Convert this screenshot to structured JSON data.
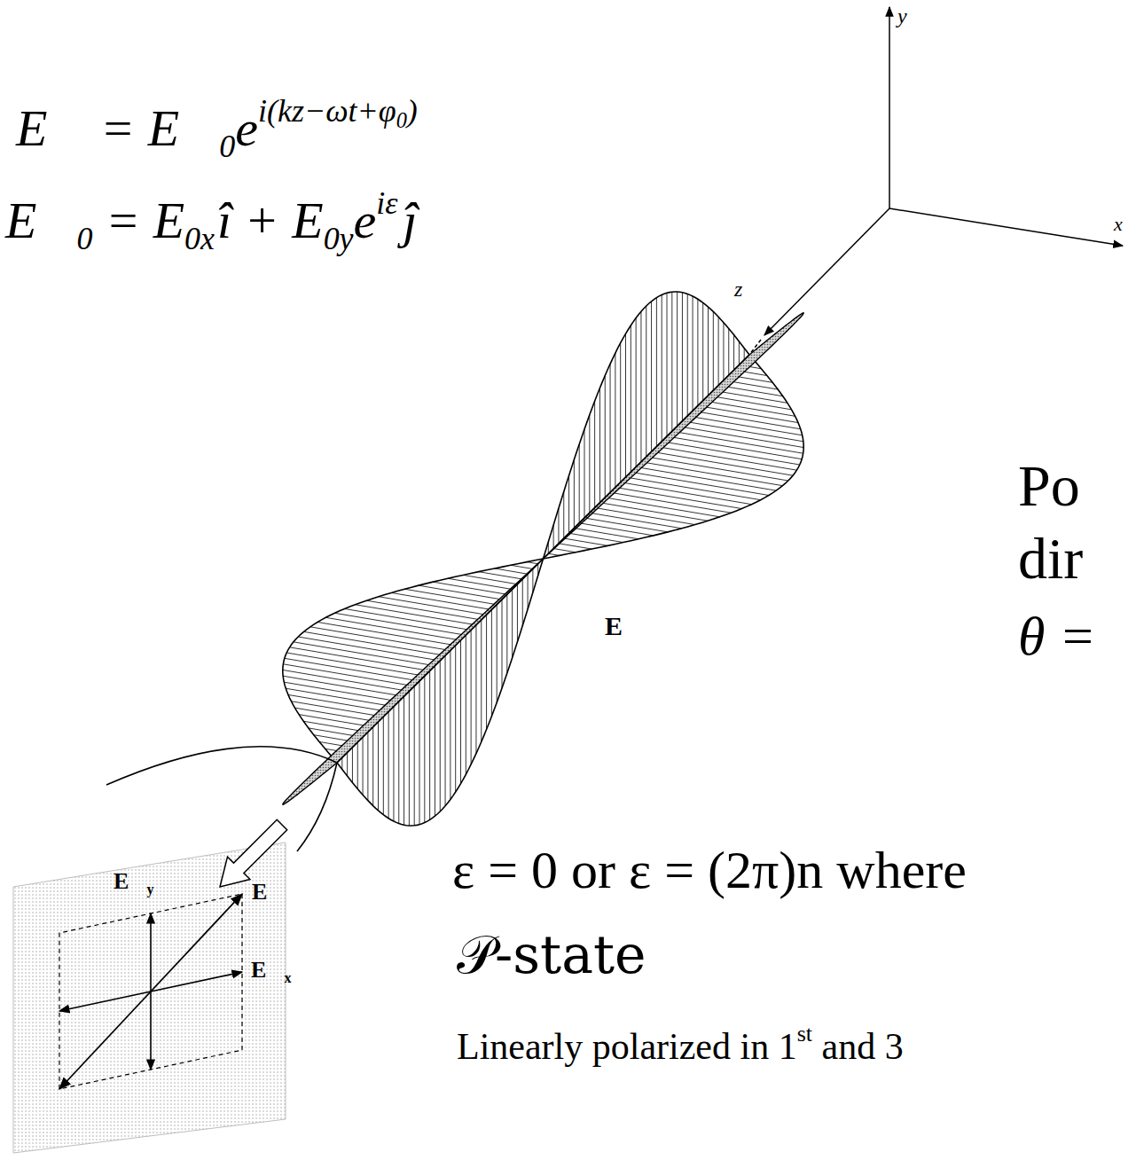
{
  "diagram": {
    "labels": [
      "E⃗ = E⃗",
      "0",
      "e",
      "i(kz−ωt+φ",
      "0",
      ")",
      "E⃗",
      "0",
      "= E",
      "0x",
      "î + E",
      "0y",
      "e",
      "iε",
      "ĵ",
      "y",
      "x",
      "z",
      "Po",
      "dir",
      "E⃗",
      "θ =",
      "E⃗",
      "y",
      "E⃗",
      "E⃗",
      "x",
      "ε = 0 or ε = (2π)n where",
      "𝒫-state",
      "Linearly polarized in 1",
      "st",
      "and 3"
    ]
  }
}
